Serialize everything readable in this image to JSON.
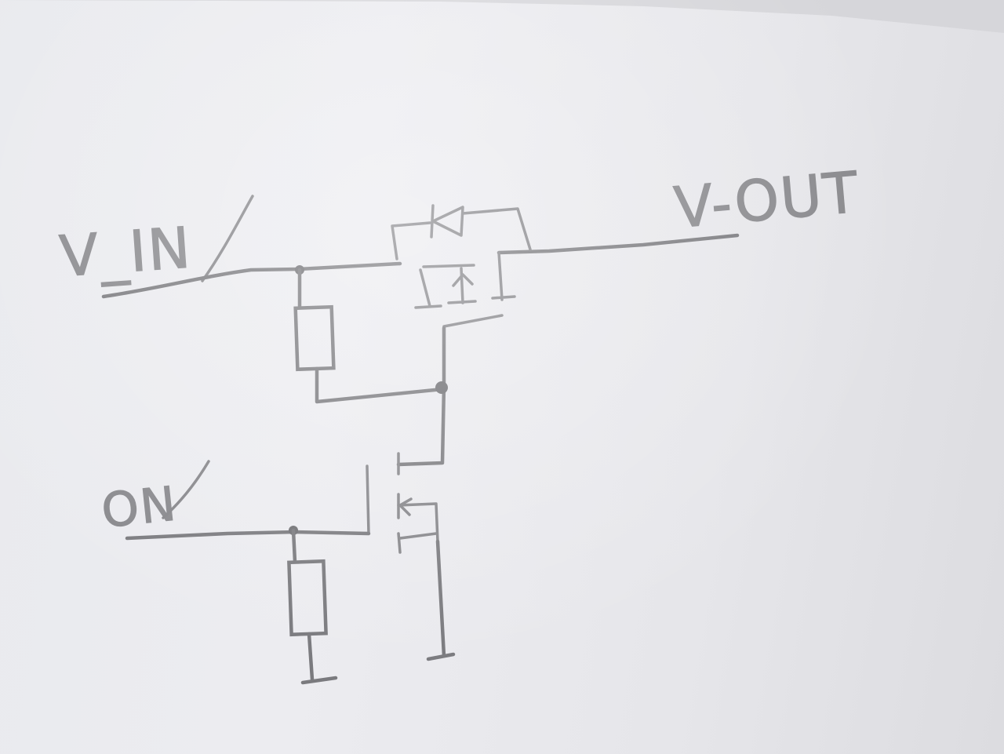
{
  "labels": {
    "v_in": "V_IN",
    "v_out": "V-OUT",
    "on": "ON"
  },
  "colors": {
    "paper": "#ebebef",
    "pencil": "#7a7a7e"
  }
}
